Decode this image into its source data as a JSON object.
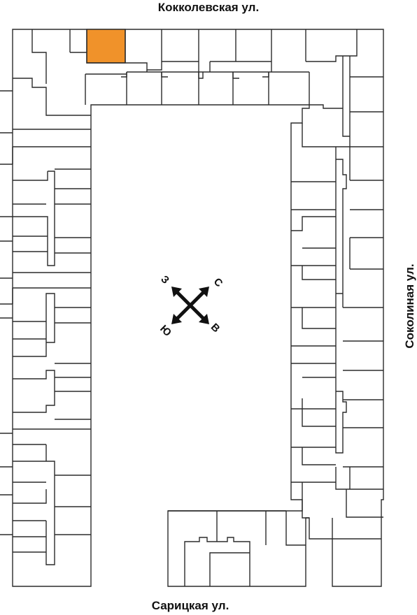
{
  "streets": {
    "top": "Кокколевская ул.",
    "right": "Соколиная ул.",
    "bottom": "Сарицкая ул."
  },
  "compass": {
    "north": "С",
    "east": "В",
    "south": "Ю",
    "west": "З"
  },
  "highlighted_unit": "top-row-unit-2",
  "colors": {
    "highlight": "#F0922A",
    "wall": "#2b2b2b",
    "background": "#ffffff"
  }
}
